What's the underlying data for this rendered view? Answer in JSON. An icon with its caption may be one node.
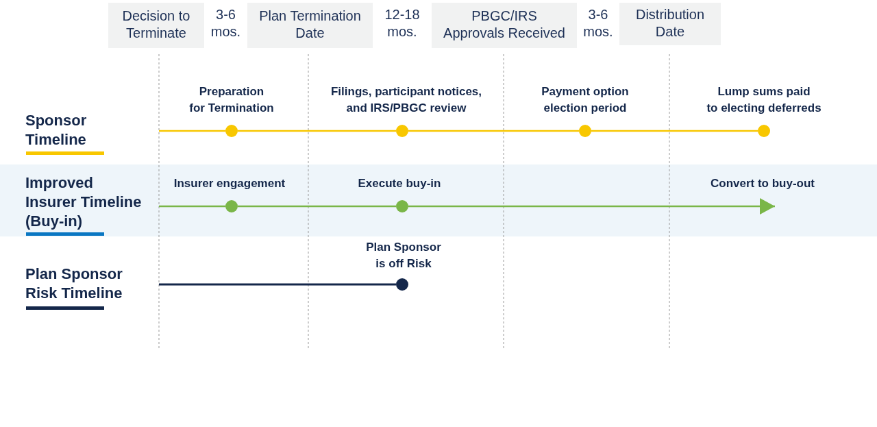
{
  "diagram": {
    "nodes": [
      {
        "text": [
          "Decision to Terminate"
        ]
      },
      {
        "text": [
          "Plan Termination Date"
        ]
      },
      {
        "text": [
          "PBGC/IRS Approvals Received"
        ]
      },
      {
        "text": [
          "Distribution Date"
        ]
      },
      {
        "text": [],
        "shape": "circle",
        "beside": [
          "Preparation for Termination"
        ]
      },
      {
        "text": [],
        "shape": "circle",
        "beside": [
          "Filings, participant notices, and IRS/PBGC review"
        ]
      },
      {
        "text": [],
        "shape": "circle",
        "beside": [
          "Payment option election period"
        ]
      },
      {
        "text": [],
        "shape": "circle",
        "beside": [
          "Lump sums paid to electing deferreds"
        ]
      },
      {
        "text": [
          "Improved Insurer Timeline (Buy-in)"
        ]
      },
      {
        "text": [],
        "shape": "circle",
        "in": 8,
        "beside": [
          "Insurer engagement"
        ]
      },
      {
        "text": [],
        "shape": "circle",
        "in": 8,
        "beside": [
          "Execute buy-in"
        ]
      },
      {
        "text": [],
        "shape": "circle",
        "beside": [
          "Plan Sponsor is off Risk"
        ]
      }
    ],
    "edges": [
      {
        "from": null,
        "to": 4,
        "arrow": "none"
      },
      {
        "from": 4,
        "to": 5,
        "arrow": "none"
      },
      {
        "from": 5,
        "to": 6,
        "arrow": "none"
      },
      {
        "from": 6,
        "to": 7,
        "arrow": "none"
      },
      {
        "from": null,
        "to": 9,
        "arrow": "none",
        "color": "#7ab648"
      },
      {
        "from": 9,
        "to": 10,
        "arrow": "none",
        "color": "#7ab648"
      },
      {
        "from": 10,
        "to": null,
        "arrow": "to",
        "label": "Convert to buy-out",
        "color": "#7ab648"
      },
      {
        "from": null,
        "to": 11,
        "arrow": "none",
        "color": "#14274a"
      }
    ],
    "labels": [
      "3-6 mos.",
      "12-18 mos.",
      "3-6 mos.",
      "Sponsor Timeline",
      "Plan Sponsor Risk Timeline"
    ]
  }
}
